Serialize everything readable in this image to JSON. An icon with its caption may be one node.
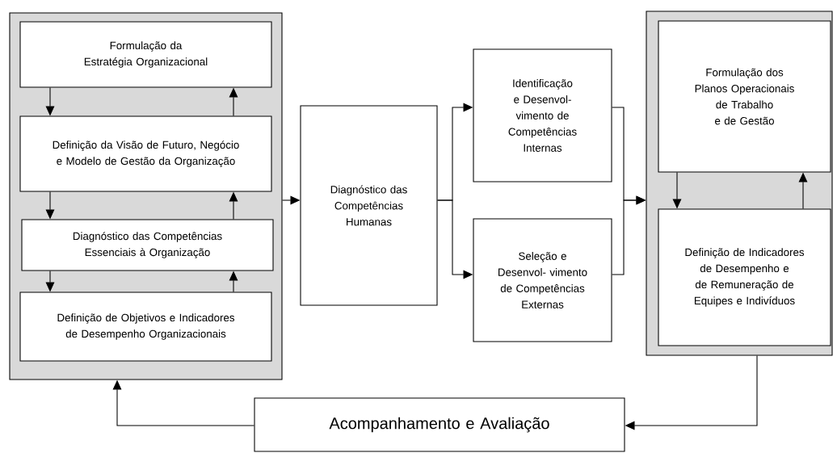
{
  "diagram": {
    "nodes": [
      {
        "text": [],
        "shape": "box"
      },
      {
        "text": [
          "Formulação da Estratégia Organizacional"
        ],
        "in": 0
      },
      {
        "text": [
          "Definição da Visão de Futuro, Negócio e Modelo de Gestão da Organização"
        ],
        "in": 0
      },
      {
        "text": [
          "Diagnóstico das Competências Essenciais à Organização"
        ],
        "in": 0
      },
      {
        "text": [
          "Definição de Objetivos e Indicadores de Desempenho Organizacionais"
        ],
        "in": 0
      },
      {
        "text": [
          "Diagnóstico das Competências Humanas"
        ]
      },
      {
        "text": [
          "Identificação e Desenvol- vimento de Competências Internas"
        ]
      },
      {
        "text": [
          "Seleção e Desenvol- vimento de Competências Externas"
        ]
      },
      {
        "text": [],
        "shape": "box"
      },
      {
        "text": [
          "Formulação dos Planos Operacionais de Trabalho e de Gestão"
        ],
        "in": 8
      },
      {
        "text": [
          "Definição de Indicadores de Desempenho e de Remuneração de Equipes e Indivíduos"
        ],
        "in": 8
      },
      {
        "text": [
          "Acompanhamento e Avaliação"
        ]
      }
    ],
    "edges": [
      {
        "from": 1,
        "to": 2,
        "arrow": "to"
      },
      {
        "from": 2,
        "to": 1,
        "arrow": "to"
      },
      {
        "from": 2,
        "to": 3,
        "arrow": "to"
      },
      {
        "from": 3,
        "to": 2,
        "arrow": "to"
      },
      {
        "from": 3,
        "to": 4,
        "arrow": "to"
      },
      {
        "from": 4,
        "to": 3,
        "arrow": "to"
      },
      {
        "from": 0,
        "to": 5,
        "arrow": "to"
      },
      {
        "from": 5,
        "to": 6,
        "arrow": "to"
      },
      {
        "from": 5,
        "to": 7,
        "arrow": "to"
      },
      {
        "from": 6,
        "to": 8,
        "arrow": "to"
      },
      {
        "from": 7,
        "to": 8,
        "arrow": "to"
      },
      {
        "from": 9,
        "to": 10,
        "arrow": "to"
      },
      {
        "from": 10,
        "to": 9,
        "arrow": "to"
      },
      {
        "from": 8,
        "to": 11,
        "arrow": "to"
      },
      {
        "from": 11,
        "to": 0,
        "arrow": "to"
      }
    ]
  }
}
